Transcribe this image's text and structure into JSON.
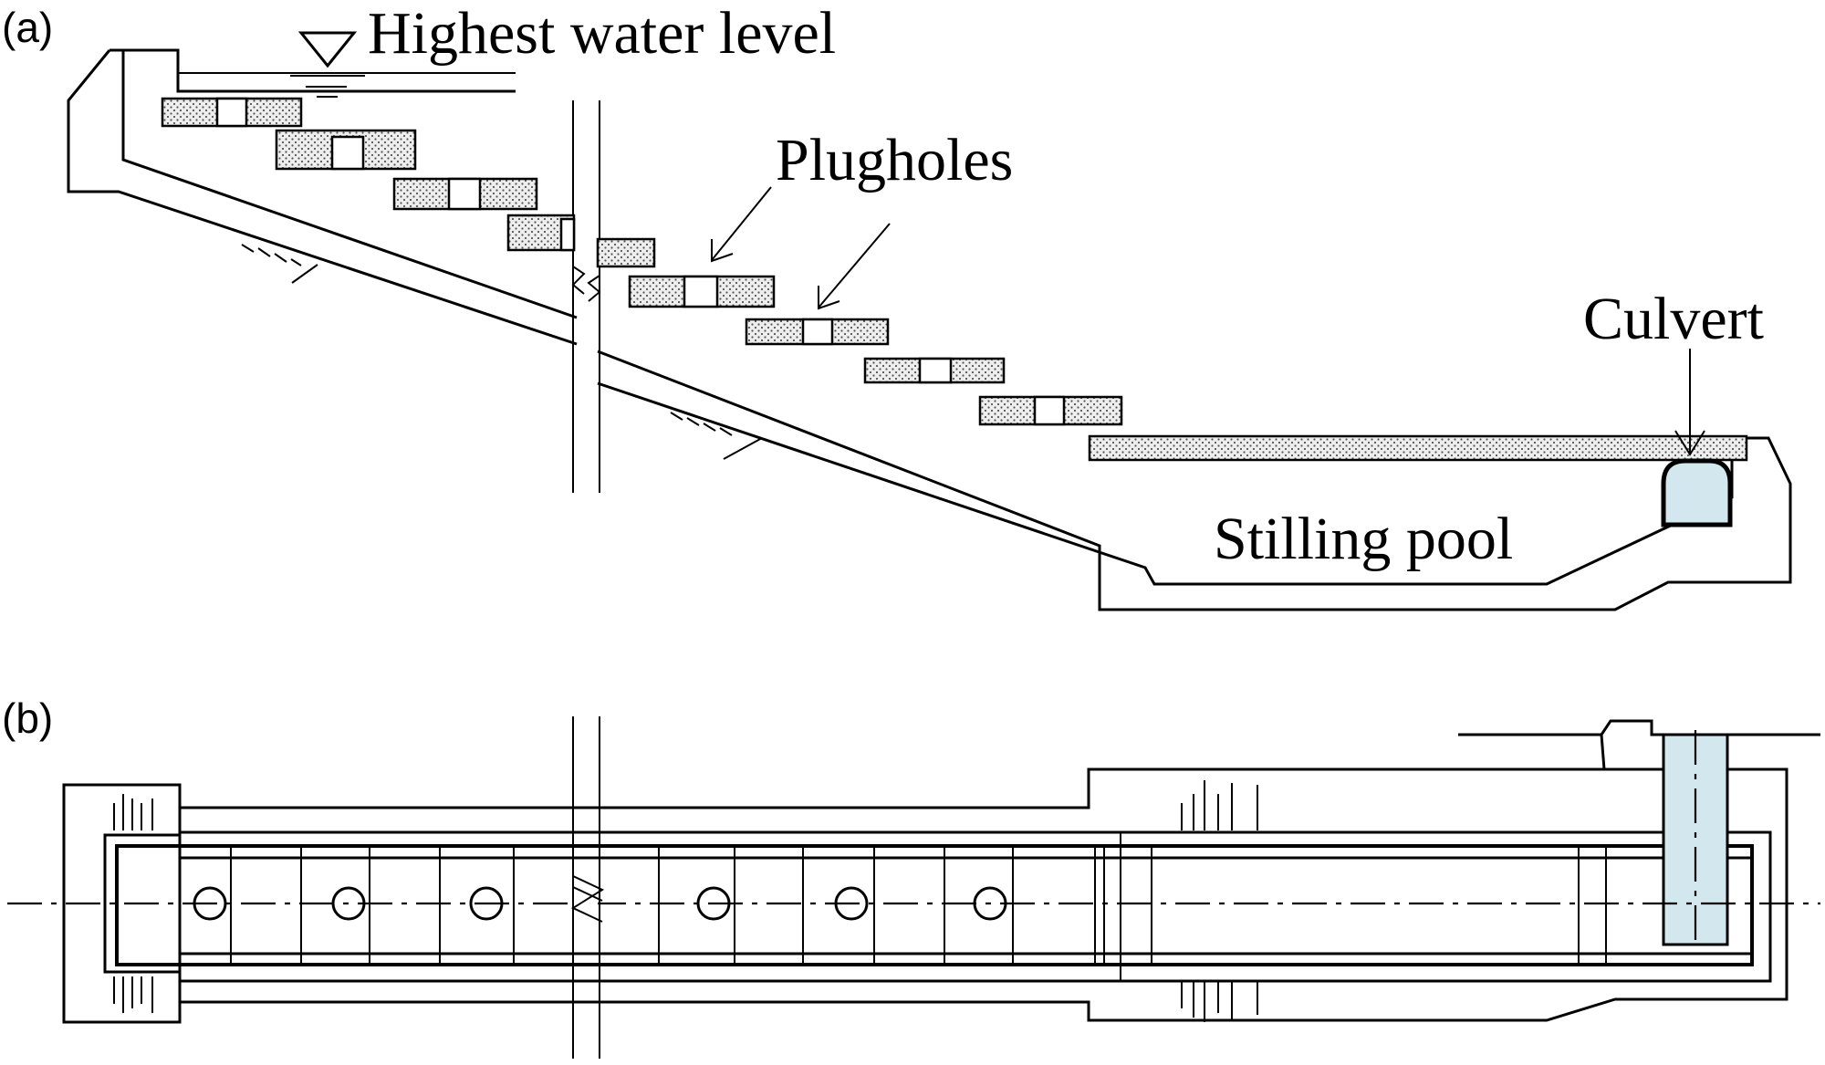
{
  "panel_a": {
    "label": "(a)",
    "water_level_label": "Highest water level",
    "plugholes_label": "Plugholes",
    "culvert_label": "Culvert",
    "pool_label": "Stilling pool"
  },
  "panel_b": {
    "label": "(b)"
  },
  "colors": {
    "culvert_fill": "#d3e8ee",
    "line": "#000000",
    "slab_fill": "stippled"
  }
}
